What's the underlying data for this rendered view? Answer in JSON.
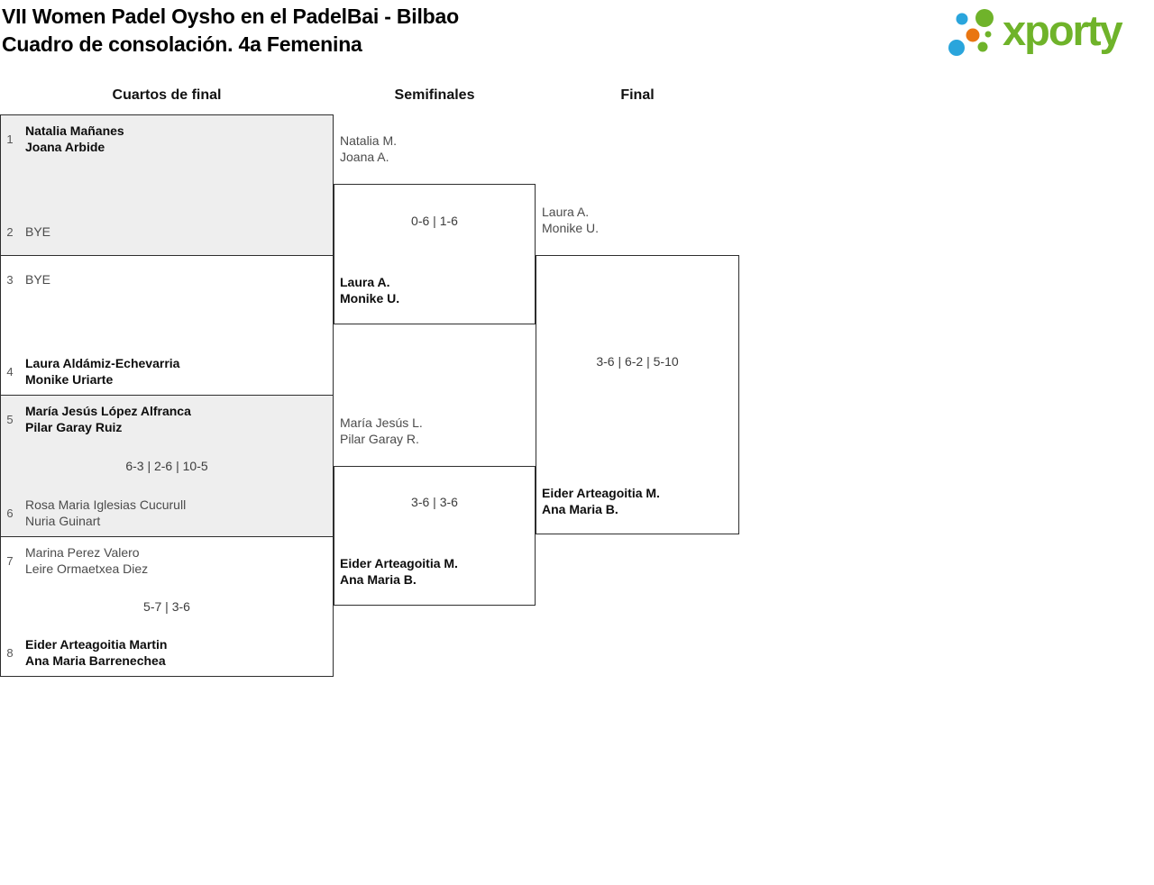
{
  "header": {
    "title_line1": "VII Women Padel Oysho en el PadelBai - Bilbao",
    "title_line2": "Cuadro de consolación. 4a Femenina",
    "logo": {
      "text": "xporty",
      "green": "#6fb32a",
      "blue": "#2aa5dc",
      "orange": "#e97612"
    }
  },
  "rounds": {
    "quarterfinals": "Cuartos de final",
    "semifinals": "Semifinales",
    "final": "Final"
  },
  "colors": {
    "cell_gray": "#eeeeee",
    "border": "#2e2e2e"
  },
  "bracket": {
    "qf": [
      {
        "seed1": "1",
        "t1a": "Natalia Mañanes",
        "t1b": "Joana Arbide",
        "w1": true,
        "score": "",
        "seed2": "2",
        "t2a": "BYE",
        "t2b": "",
        "w2": false
      },
      {
        "seed1": "3",
        "t1a": "BYE",
        "t1b": "",
        "w1": false,
        "score": "",
        "seed2": "4",
        "t2a": "Laura Aldámiz-Echevarria",
        "t2b": "Monike Uriarte",
        "w2": true
      },
      {
        "seed1": "5",
        "t1a": "María Jesús López Alfranca",
        "t1b": "Pilar Garay Ruiz",
        "w1": true,
        "score": "6-3 | 2-6 | 10-5",
        "seed2": "6",
        "t2a": "Rosa Maria Iglesias Cucurull",
        "t2b": "Nuria Guinart",
        "w2": false
      },
      {
        "seed1": "7",
        "t1a": "Marina Perez Valero",
        "t1b": "Leire Ormaetxea Diez",
        "w1": false,
        "score": "5-7 | 3-6",
        "seed2": "8",
        "t2a": "Eider Arteagoitia Martin",
        "t2b": "Ana Maria Barrenechea",
        "w2": true
      }
    ],
    "sf": [
      {
        "t1a": "Natalia M.",
        "t1b": "Joana A.",
        "w1": false,
        "score": "0-6 | 1-6",
        "t2a": "Laura A.",
        "t2b": "Monike U.",
        "w2": true
      },
      {
        "t1a": "María Jesús L.",
        "t1b": "Pilar Garay R.",
        "w1": false,
        "score": "3-6 | 3-6",
        "t2a": "Eider Arteagoitia M.",
        "t2b": "Ana Maria B.",
        "w2": true
      }
    ],
    "final": {
      "t1a": "Laura A.",
      "t1b": "Monike U.",
      "w1": false,
      "score": "3-6 | 6-2 | 5-10",
      "t2a": "Eider Arteagoitia M.",
      "t2b": "Ana Maria B.",
      "w2": true
    }
  }
}
